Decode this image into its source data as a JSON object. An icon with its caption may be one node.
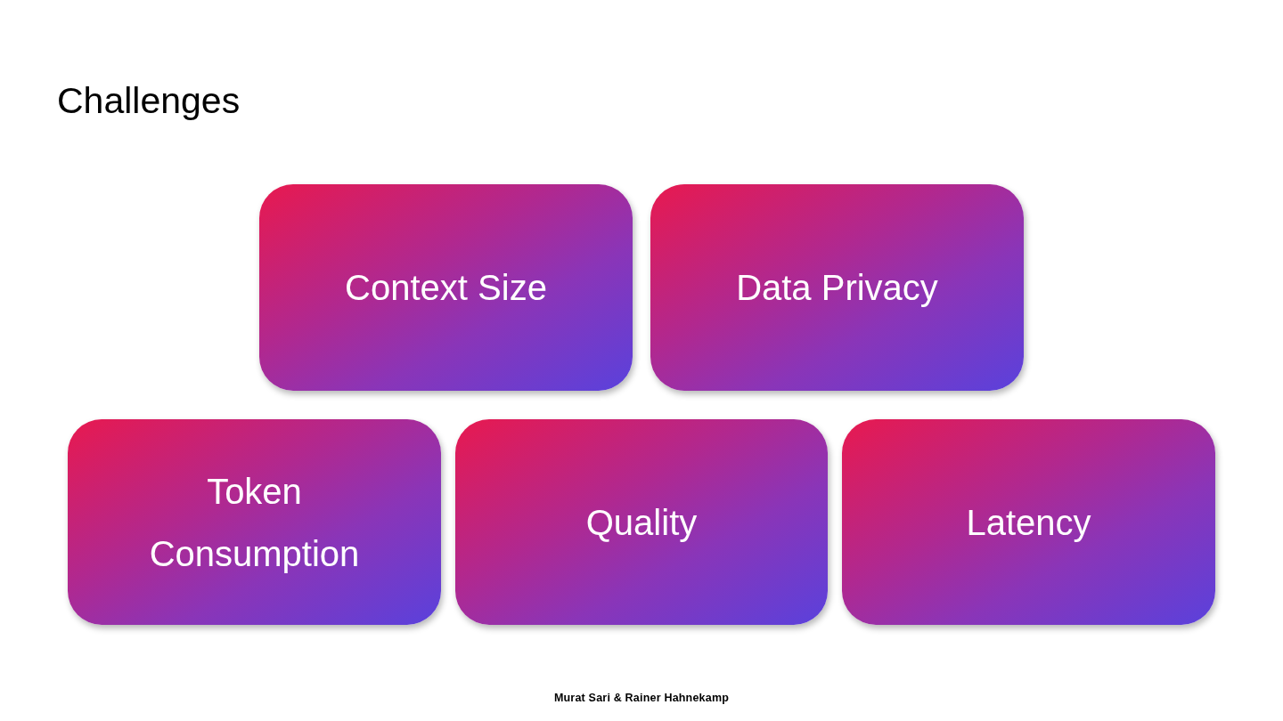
{
  "diagram": {
    "title": "Challenges",
    "nodes": [
      {
        "text": [
          "Context Size"
        ]
      },
      {
        "text": [
          "Data Privacy"
        ]
      },
      {
        "text": [
          "Token Consumption"
        ]
      },
      {
        "text": [
          "Quality"
        ]
      },
      {
        "text": [
          "Latency"
        ]
      }
    ],
    "labels": [
      "Murat Sari & Rainer Hahnekamp"
    ]
  }
}
